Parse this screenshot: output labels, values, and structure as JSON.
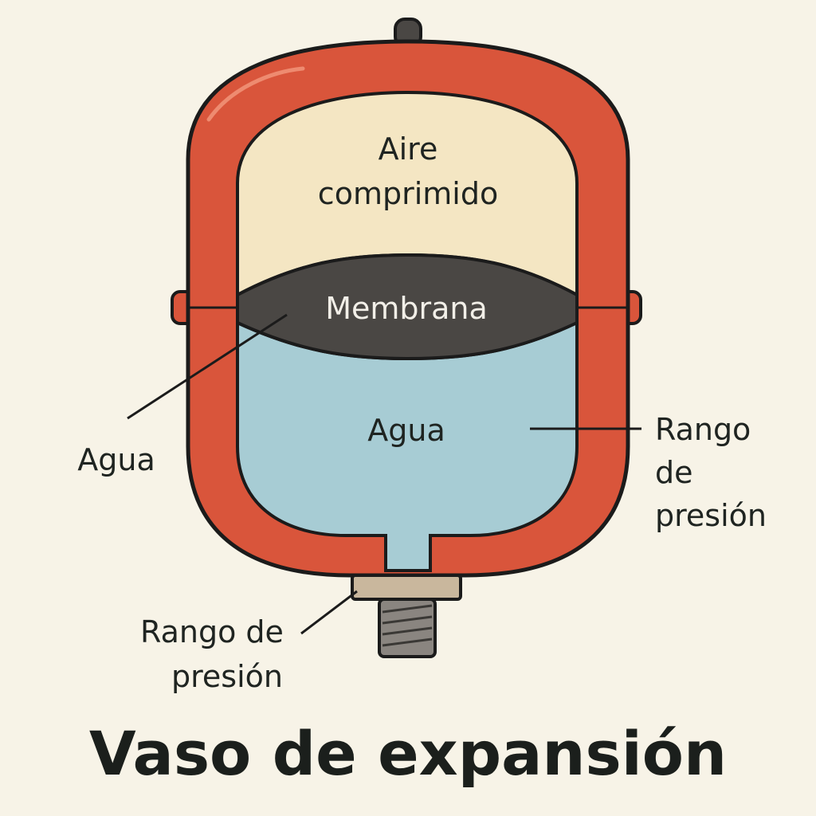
{
  "title": "Vaso de expansión",
  "zones": {
    "air": {
      "line1": "Aire",
      "line2": "comprimido"
    },
    "membrane": "Membrana",
    "water": "Agua"
  },
  "callouts": {
    "left": "Agua",
    "right": {
      "line1": "Rango",
      "line2": "de",
      "line3": "presión"
    },
    "bottom": {
      "line1": "Rango de",
      "line2": "presión"
    }
  },
  "colors": {
    "background": "#f7f3e7",
    "shell": "#d9553b",
    "air": "#f4e6c3",
    "membrane": "#4a4744",
    "water": "#a7ccd4",
    "fitting": "#c9b79d",
    "thread": "#8a8580"
  }
}
